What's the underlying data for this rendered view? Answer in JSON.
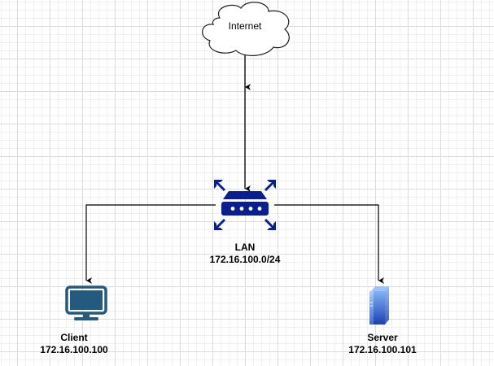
{
  "diagram": {
    "nodes": {
      "internet": {
        "label": "Internet",
        "shape": "cloud"
      },
      "lan": {
        "title": "LAN",
        "subnet": "172.16.100.0/24",
        "icon": "router-icon",
        "color": "#0a1f8f"
      },
      "client": {
        "title": "Client",
        "ip": "172.16.100.100",
        "icon": "monitor-icon",
        "color": "#235a7d"
      },
      "server": {
        "title": "Server",
        "ip": "172.16.100.101",
        "icon": "server-icon",
        "color": "#3b6fd8"
      }
    },
    "edges": [
      {
        "from": "Internet",
        "to": "LAN",
        "arrow": "end"
      },
      {
        "from": "LAN",
        "to": "Client",
        "arrow": "end"
      },
      {
        "from": "LAN",
        "to": "Server",
        "arrow": "end"
      }
    ]
  }
}
